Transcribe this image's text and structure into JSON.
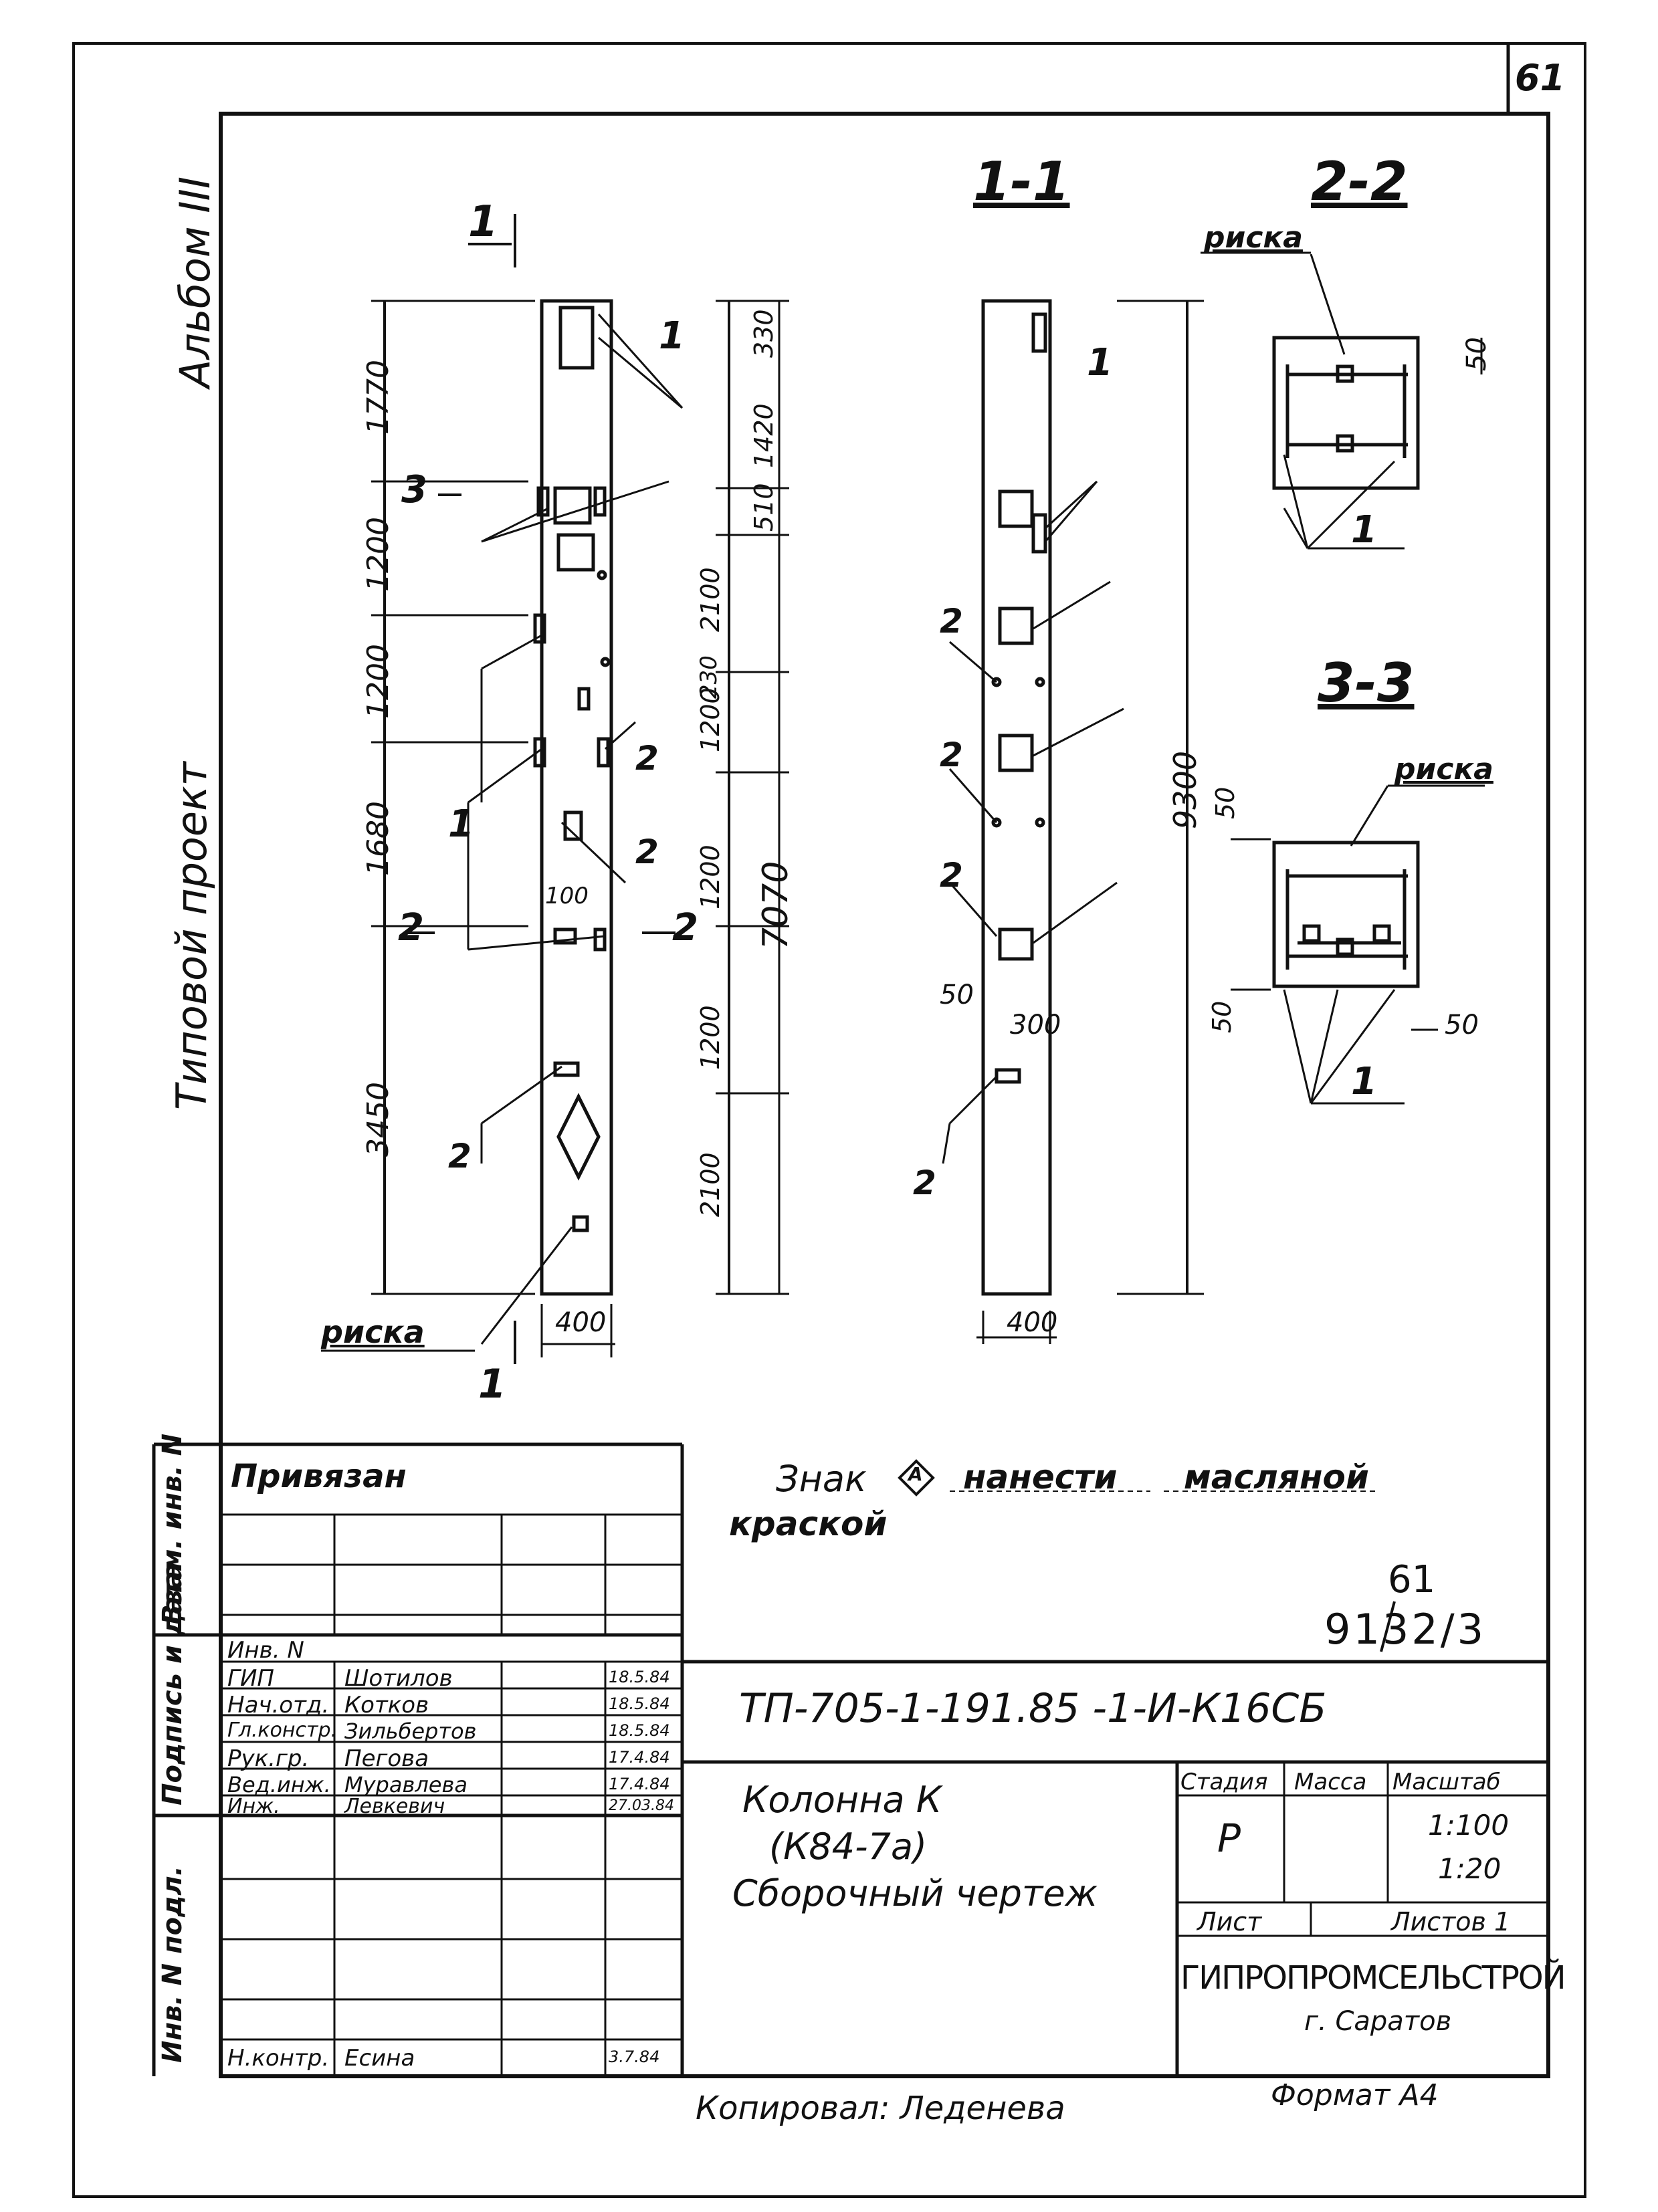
{
  "sheet_number": "61",
  "side_labels": {
    "album": "Альбом III",
    "project_type": "Типовой проект"
  },
  "views": {
    "section_1_1": "1-1",
    "section_2_2": "2-2",
    "section_3_3": "3-3",
    "cut_marker_top": "1",
    "cut_marker_bottom": "1",
    "cut_marker_3": "3",
    "cut_marker_2_left": "2",
    "cut_marker_2_right": "2"
  },
  "dimensions": {
    "left_chain": [
      "1770",
      "1200",
      "1200",
      "1680",
      "3450"
    ],
    "mid_chain": [
      "330",
      "1420",
      "510",
      "2100",
      "230",
      "1200",
      "1200",
      "1200",
      "2100"
    ],
    "overall_mid": "7070",
    "overall_right": "9300",
    "width_front": "400",
    "width_side": "400",
    "offset_100": "100",
    "side_50": "50",
    "side_300": "300",
    "detail_2_2": "50",
    "detail_3_3_a": "50",
    "detail_3_3_b": "50",
    "detail_3_3_c": "50"
  },
  "callouts": {
    "one": "1",
    "two": "2",
    "riska": "риска"
  },
  "note": {
    "line1_a": "Знак",
    "line1_b": "нанести",
    "line1_c": "масляной",
    "line2": "краской",
    "symbol": "A"
  },
  "doc_ref": {
    "sheet": "61",
    "code": "9132/3"
  },
  "stamp": {
    "privyazan": "Привязан",
    "inv_label": "Инв. N",
    "left_margin": [
      "Инв. N подл.",
      "Подпись и дата",
      "Взам. инв. N"
    ],
    "roles": [
      {
        "role": "ГИП",
        "name": "Шотилов",
        "date": "18.5.84"
      },
      {
        "role": "Нач.отд.",
        "name": "Котков",
        "date": "18.5.84"
      },
      {
        "role": "Гл.констр.",
        "name": "Зильбертов",
        "date": "18.5.84"
      },
      {
        "role": "Рук.гр.",
        "name": "Пегова",
        "date": "17.4.84"
      },
      {
        "role": "Вед.инж.",
        "name": "Муравлева",
        "date": "17.4.84"
      },
      {
        "role": "Инж.",
        "name": "Левкевич",
        "date": "27.03.84"
      }
    ],
    "n_kontr": {
      "role": "Н.контр.",
      "name": "Есина",
      "date": "3.7.84"
    },
    "designation": "ТП-705-1-191.85  -1-И-К16СБ",
    "title_lines": [
      "Колонна  К",
      "(К84-7а)",
      "Сборочный  чертеж"
    ],
    "stage_header": "Стадия",
    "mass_header": "Масса",
    "scale_header": "Масштаб",
    "stage": "Р",
    "scales": [
      "1:100",
      "1:20"
    ],
    "sheet_label": "Лист",
    "sheets_label": "Листов 1",
    "org": "ГИПРОПРОМСЕЛЬСТРОЙ",
    "city": "г. Саратов"
  },
  "footer": {
    "copied": "Копировал:  Леденева",
    "format": "Формат  А4"
  }
}
